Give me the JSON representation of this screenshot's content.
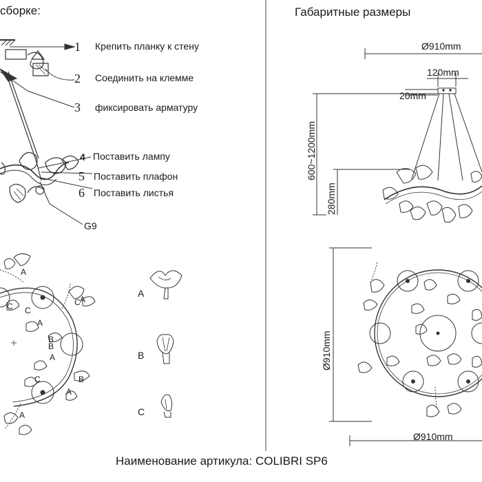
{
  "left": {
    "heading": "сборке:",
    "steps": [
      {
        "num": "1",
        "text": "Крепить планку к стену"
      },
      {
        "num": "2",
        "text": "Соединить на клемме"
      },
      {
        "num": "3",
        "text": "фиксировать арматуру"
      },
      {
        "num": "4",
        "text": "Поставить лампу"
      },
      {
        "num": "5",
        "text": "Поставить плафон"
      },
      {
        "num": "6",
        "text": "Поставить листья"
      }
    ],
    "bulb_label": "G9",
    "plan_letters": [
      "A",
      "C",
      "C",
      "A",
      "B",
      "B",
      "A",
      "C",
      "A",
      "C",
      "A",
      "B",
      "A"
    ],
    "variants": [
      {
        "letter": "A"
      },
      {
        "letter": "B"
      },
      {
        "letter": "C"
      }
    ]
  },
  "right": {
    "heading": "Габаритные размеры",
    "dims": {
      "top_width": "Ø910mm",
      "canopy_width": "120mm",
      "canopy_height": "20mm",
      "total_height": "600~1200mm",
      "body_height": "280mm",
      "plan_height": "Ø910mm",
      "plan_width": "Ø910mm"
    }
  },
  "footer": "Наименование артикула: COLIBRI SP6",
  "colors": {
    "line": "#333333",
    "background": "#ffffff"
  }
}
